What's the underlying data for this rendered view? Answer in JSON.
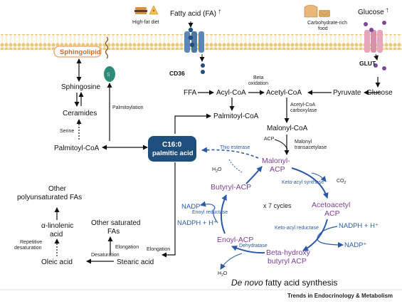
{
  "inputs": {
    "fatty_acid": "Fatty acid (FA)",
    "fatty_acid_arrow": "↑",
    "high_fat_diet": "High-fat diet",
    "glucose": "Glucose",
    "glucose_arrow": "↑",
    "carb_food_line1": "Carbohydrate-rich",
    "carb_food_line2": "food"
  },
  "membrane": {
    "cd36": "CD36",
    "glut": "GLUT",
    "sphingolipid": "Sphingolipid",
    "protein_label": "S"
  },
  "sphingo_pathway": {
    "sphingosine": "Sphingosine",
    "ceramides": "Ceramides",
    "serine": "Serine",
    "palmitoyl_coa": "Palmitoyl-CoA",
    "palmitoylation": "Palmitoylation"
  },
  "fa_pathway": {
    "ffa": "FFA",
    "acyl_coa": "Acyl-CoA",
    "beta_oxidation_line1": "Beta",
    "beta_oxidation_line2": "oxidation",
    "acetyl_coa": "Acetyl-CoA",
    "pyruvate": "Pyruvate",
    "glucose_inner": "Glucose",
    "palmitoyl_coa": "Palmitoyl-CoA",
    "acetyl_coa_carboxylase_line1": "Acetyl-CoA",
    "acetyl_coa_carboxylase_line2": "carboxylase",
    "malonyl_coa": "Malonyl-CoA",
    "acp": "ACP",
    "malonyl_transacetylase_line1": "Malonyl",
    "malonyl_transacetylase_line2": "transacetylase"
  },
  "center": {
    "line1": "C16:0",
    "line2": "palmitic acid"
  },
  "cycle": {
    "thio_esterase": "Thio esterase",
    "h2o_top": "H",
    "h2o_top_sub": "2",
    "h2o_top_o": "O",
    "malonyl_acp_line1": "Malonyl-",
    "malonyl_acp_line2": "ACP",
    "keto_acyl_synthase": "Keto-acyl synthase",
    "co2": "CO",
    "co2_sub": "2",
    "acetoacetyl_line1": "Acetoacetyl",
    "acetoacetyl_line2": "ACP",
    "keto_acyl_reductase": "Keto-acyl reductase",
    "nadph_right": "NADPH + H⁺",
    "nadp_right": "NADP⁺",
    "beta_hydroxy_line1": "Beta-hydroxy",
    "beta_hydroxy_line2": "butyryl ACP",
    "dehydratase": "Dehydratase",
    "h2o_bottom": "H",
    "h2o_bottom_sub": "2",
    "h2o_bottom_o": "O",
    "enoyl_acp": "Enoyl-ACP",
    "enoyl_reductase": "Enoyl reductase",
    "nadph_left": "NADPH + H⁺",
    "nadp_left": "NADP⁺",
    "butyryl_acp": "Butyryl-ACP",
    "cycles": "x 7 cycles",
    "title_italic": "De novo",
    "title_rest": " fatty acid synthesis"
  },
  "elongation": {
    "other_pufa_line1": "Other",
    "other_pufa_line2": "polyunsaturated FAs",
    "alpha_linolenic_line1": "α-linolenic",
    "alpha_linolenic_line2": "acid",
    "repetitive_line1": "Repetitive",
    "repetitive_line2": "desaturation",
    "other_sat_line1": "Other saturated",
    "other_sat_line2": "FAs",
    "elongation_small": "Elongation",
    "elongation_main": "Elongation",
    "desaturation": "Desaturation",
    "oleic_acid": "Oleic acid",
    "stearic_acid": "Stearic acid"
  },
  "footer": {
    "credit": "Trends in Endocrinology & Metabolism"
  },
  "colors": {
    "center_box": "#1f4f7d",
    "purple_text": "#7b3f94",
    "blue_arrow": "#2a5aa8",
    "membrane": "#e9cf86",
    "channel_blue": "#5a87b8",
    "channel_pink": "#e8a6bd",
    "sphingo_badge": "#f0b07a",
    "protein_teal": "#2e8a79"
  }
}
